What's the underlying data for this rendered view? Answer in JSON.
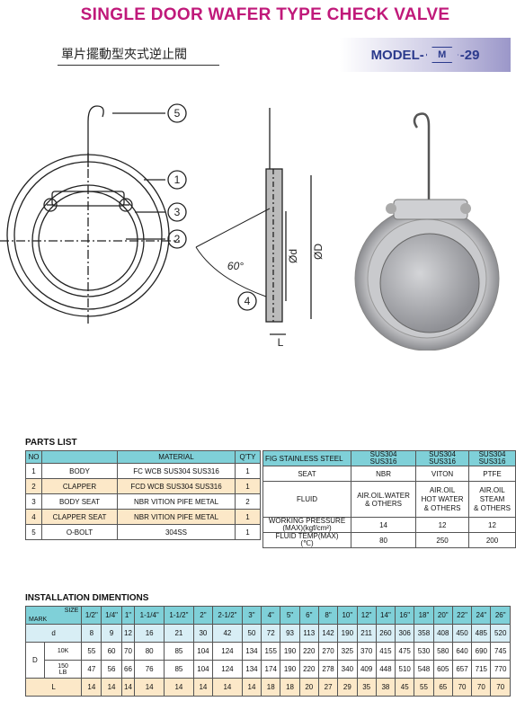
{
  "header": {
    "title": "SINGLE DOOR WAFER TYPE CHECK VALVE",
    "subtitle": "單片擺動型夾式逆止閥"
  },
  "model": {
    "prefix": "MODEL-",
    "mark": "M",
    "suffix": "-29"
  },
  "drawing": {
    "callouts": [
      "5",
      "1",
      "3",
      "2",
      "4"
    ],
    "angle_label": "60°",
    "dim_d": "Ød",
    "dim_D": "ØD",
    "dim_L": "L"
  },
  "parts_list": {
    "title": "PARTS LIST",
    "headers": [
      "NO",
      "MATERIAL",
      "Q'TY"
    ],
    "rows": [
      {
        "no": "1",
        "name": "BODY",
        "material": "FC WCB SUS304 SUS316",
        "qty": "1"
      },
      {
        "no": "2",
        "name": "CLAPPER",
        "material": "FCD WCB SUS304 SUS316",
        "qty": "1"
      },
      {
        "no": "3",
        "name": "BODY SEAT",
        "material": "NBR VITION PIFE METAL",
        "qty": "2"
      },
      {
        "no": "4",
        "name": "CLAPPER SEAT",
        "material": "NBR VITION PIFE METAL",
        "qty": "1"
      },
      {
        "no": "5",
        "name": "O-BOLT",
        "material": "304SS",
        "qty": "1"
      }
    ]
  },
  "material_table": {
    "headers": [
      "FIG",
      "STAINLESS STEEL",
      "SUS304\nSUS316",
      "SUS304\nSUS316",
      "SUS304\nSUS316"
    ],
    "rows": [
      {
        "label": "SEAT",
        "values": [
          "NBR",
          "VITON",
          "PTFE"
        ]
      },
      {
        "label": "FLUID",
        "values": [
          "AIR.OIL.WATER\n& OTHERS",
          "AIR.OIL\nHOT WATER\n& OTHERS",
          "AIR.OIL\nSTEAM\n& OTHERS"
        ]
      },
      {
        "label": "WORKING PRESSURE\n(MAX)(kgf/cm²)",
        "values": [
          "14",
          "12",
          "12"
        ]
      },
      {
        "label": "FLUID TEMP(MAX)\n(℃)",
        "values": [
          "80",
          "250",
          "200"
        ]
      }
    ]
  },
  "installation": {
    "title": "INSTALLATION DIMENTIONS",
    "corner_top": "SIZE",
    "corner_bottom": "MARK",
    "sizes": [
      "1/2\"",
      "1/4\"",
      "1\"",
      "1-1/4\"",
      "1-1/2\"",
      "2\"",
      "2-1/2\"",
      "3\"",
      "4\"",
      "5\"",
      "6\"",
      "8\"",
      "10\"",
      "12\"",
      "14\"",
      "16\"",
      "18\"",
      "20\"",
      "22\"",
      "24\"",
      "26\""
    ],
    "d_label": "d",
    "D_label": "D",
    "L_label": "L",
    "k10": "10K",
    "lb150": "150\nLB",
    "d": [
      "8",
      "9",
      "12",
      "16",
      "21",
      "30",
      "42",
      "50",
      "72",
      "93",
      "113",
      "142",
      "190",
      "211",
      "260",
      "306",
      "358",
      "408",
      "450",
      "485",
      "520"
    ],
    "D10K": [
      "55",
      "60",
      "70",
      "80",
      "85",
      "104",
      "124",
      "134",
      "155",
      "190",
      "220",
      "270",
      "325",
      "370",
      "415",
      "475",
      "530",
      "580",
      "640",
      "690",
      "745"
    ],
    "D150": [
      "47",
      "56",
      "66",
      "76",
      "85",
      "104",
      "124",
      "134",
      "174",
      "190",
      "220",
      "278",
      "340",
      "409",
      "448",
      "510",
      "548",
      "605",
      "657",
      "715",
      "770"
    ],
    "L": [
      "14",
      "14",
      "14",
      "14",
      "14",
      "14",
      "14",
      "14",
      "18",
      "18",
      "20",
      "27",
      "29",
      "35",
      "38",
      "45",
      "55",
      "65",
      "70",
      "70",
      "70"
    ]
  }
}
